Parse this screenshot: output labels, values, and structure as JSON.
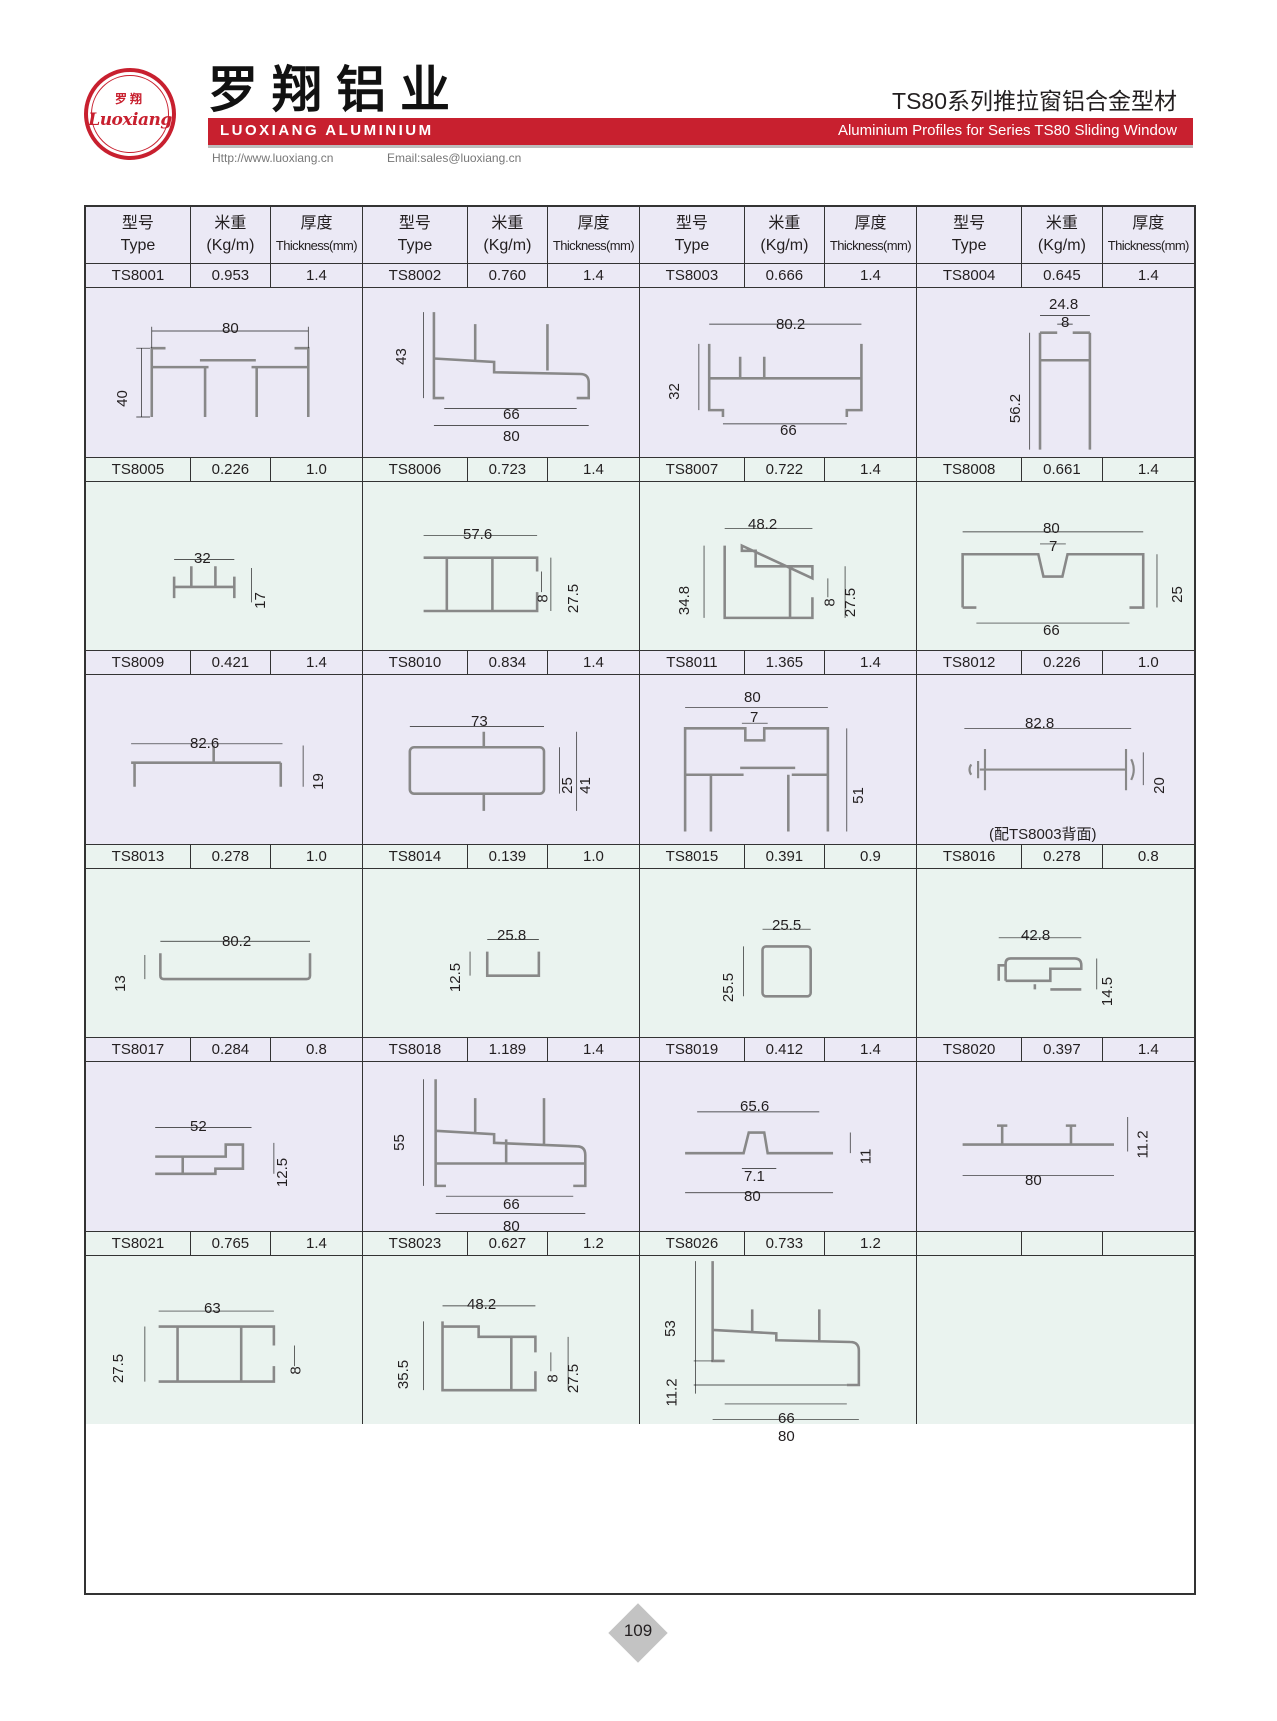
{
  "header": {
    "logo": {
      "cn": "罗翔",
      "en": "Luoxiang"
    },
    "brand_cn": "罗翔铝业",
    "brand_en": "LUOXIANG ALUMINIUM",
    "website": "Http://www.luoxiang.cn",
    "email": "Email:sales@luoxiang.cn",
    "title_cn": "TS80系列推拉窗铝合金型材",
    "title_en": "Aluminium Profiles for Series TS80 Sliding Window",
    "brand_color": "#c8202f"
  },
  "table_header": {
    "type_cn": "型号",
    "type_en": "Type",
    "weight_cn": "米重",
    "weight_en": "(Kg/m)",
    "thickness_cn": "厚度",
    "thickness_en": "Thickness(mm)"
  },
  "row_colors": {
    "lavender": "#ebe9f5",
    "mint": "#eaf3ef"
  },
  "profiles": [
    {
      "type": "TS8001",
      "weight": "0.953",
      "thickness": "1.4",
      "dims": [
        "80",
        "40"
      ]
    },
    {
      "type": "TS8002",
      "weight": "0.760",
      "thickness": "1.4",
      "dims": [
        "43",
        "66",
        "80"
      ]
    },
    {
      "type": "TS8003",
      "weight": "0.666",
      "thickness": "1.4",
      "dims": [
        "80.2",
        "32",
        "66"
      ]
    },
    {
      "type": "TS8004",
      "weight": "0.645",
      "thickness": "1.4",
      "dims": [
        "24.8",
        "8",
        "56.2"
      ]
    },
    {
      "type": "TS8005",
      "weight": "0.226",
      "thickness": "1.0",
      "dims": [
        "32",
        "17"
      ]
    },
    {
      "type": "TS8006",
      "weight": "0.723",
      "thickness": "1.4",
      "dims": [
        "57.6",
        "8",
        "27.5"
      ]
    },
    {
      "type": "TS8007",
      "weight": "0.722",
      "thickness": "1.4",
      "dims": [
        "48.2",
        "34.8",
        "8",
        "27.5"
      ]
    },
    {
      "type": "TS8008",
      "weight": "0.661",
      "thickness": "1.4",
      "dims": [
        "80",
        "7",
        "25",
        "66"
      ]
    },
    {
      "type": "TS8009",
      "weight": "0.421",
      "thickness": "1.4",
      "dims": [
        "82.6",
        "19"
      ]
    },
    {
      "type": "TS8010",
      "weight": "0.834",
      "thickness": "1.4",
      "dims": [
        "73",
        "25",
        "41"
      ]
    },
    {
      "type": "TS8011",
      "weight": "1.365",
      "thickness": "1.4",
      "dims": [
        "80",
        "7",
        "51"
      ]
    },
    {
      "type": "TS8012",
      "weight": "0.226",
      "thickness": "1.0",
      "dims": [
        "82.8",
        "20"
      ],
      "note": "(配TS8003背面)"
    },
    {
      "type": "TS8013",
      "weight": "0.278",
      "thickness": "1.0",
      "dims": [
        "80.2",
        "13"
      ]
    },
    {
      "type": "TS8014",
      "weight": "0.139",
      "thickness": "1.0",
      "dims": [
        "25.8",
        "12.5"
      ]
    },
    {
      "type": "TS8015",
      "weight": "0.391",
      "thickness": "0.9",
      "dims": [
        "25.5",
        "25.5"
      ]
    },
    {
      "type": "TS8016",
      "weight": "0.278",
      "thickness": "0.8",
      "dims": [
        "42.8",
        "14.5"
      ]
    },
    {
      "type": "TS8017",
      "weight": "0.284",
      "thickness": "0.8",
      "dims": [
        "52",
        "12.5"
      ]
    },
    {
      "type": "TS8018",
      "weight": "1.189",
      "thickness": "1.4",
      "dims": [
        "55",
        "66",
        "80"
      ]
    },
    {
      "type": "TS8019",
      "weight": "0.412",
      "thickness": "1.4",
      "dims": [
        "65.6",
        "11",
        "7.1",
        "80"
      ]
    },
    {
      "type": "TS8020",
      "weight": "0.397",
      "thickness": "1.4",
      "dims": [
        "11.2",
        "80"
      ]
    },
    {
      "type": "TS8021",
      "weight": "0.765",
      "thickness": "1.4",
      "dims": [
        "63",
        "27.5",
        "8"
      ]
    },
    {
      "type": "TS8023",
      "weight": "0.627",
      "thickness": "1.2",
      "dims": [
        "48.2",
        "35.5",
        "8",
        "27.5"
      ]
    },
    {
      "type": "TS8026",
      "weight": "0.733",
      "thickness": "1.2",
      "dims": [
        "53",
        "11.2",
        "66",
        "80"
      ]
    },
    {
      "type": "",
      "weight": "",
      "thickness": "",
      "dims": []
    }
  ],
  "footer": {
    "page_number": "109"
  }
}
